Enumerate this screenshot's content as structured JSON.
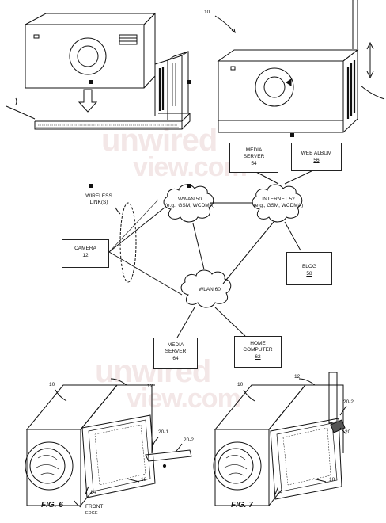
{
  "watermark": {
    "line1": "unwired",
    "line2": "view.com"
  },
  "top_left_camera": {},
  "top_right_camera": {
    "ref_number": "10"
  },
  "network": {
    "camera": {
      "label": "CAMERA",
      "ref": "12"
    },
    "wireless_links": {
      "line1": "WIRELESS",
      "line2": "LINK(S)"
    },
    "wwan": {
      "name": "WWAN 50",
      "detail": "(e.g., GSM, WCDMA)"
    },
    "internet": {
      "name": "INTERNET 52",
      "detail": "(e.g., GSM, WCDMA)"
    },
    "wlan": {
      "name": "WLAN 60"
    },
    "media_server_top": {
      "line1": "MEDIA",
      "line2": "SERVER",
      "ref": "54"
    },
    "web_album": {
      "label": "WEB ALBUM",
      "ref": "56"
    },
    "blog": {
      "label": "BLOG",
      "ref": "58"
    },
    "media_server_bottom": {
      "line1": "MEDIA",
      "line2": "SERVER",
      "ref": "64"
    },
    "home_computer": {
      "line1": "HOME",
      "line2": "COMPUTER",
      "ref": "62"
    }
  },
  "fig6": {
    "caption": "FIG. 6",
    "refs": {
      "r10": "10",
      "r12": "12",
      "r20_1": "20-1",
      "r20_2": "20-2",
      "r18": "18",
      "r14": "14"
    },
    "front_label": {
      "line1": "FRONT",
      "line2": "EDGE"
    }
  },
  "fig7": {
    "caption": "FIG. 7",
    "refs": {
      "r10": "10",
      "r12": "12",
      "r20_2": "20-2",
      "r20_1": "20",
      "r18": "18",
      "r14": "14"
    }
  }
}
